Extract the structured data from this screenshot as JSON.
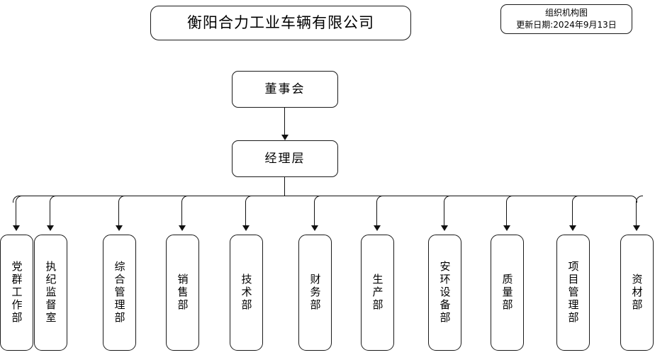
{
  "document": {
    "type": "organization-chart",
    "company_title": "衡阳合力工业车辆有限公司"
  },
  "info_box": {
    "heading": "组织机构图",
    "updated": "更新日期:2024年9月13日"
  },
  "levels": {
    "board": "董事会",
    "management": "经理层"
  },
  "departments": [
    {
      "label": "党群工作部"
    },
    {
      "label": "执纪监督室"
    },
    {
      "label": "综合管理部"
    },
    {
      "label": "销售部"
    },
    {
      "label": "技术部"
    },
    {
      "label": "财务部"
    },
    {
      "label": "生产部"
    },
    {
      "label": "安环设备部"
    },
    {
      "label": "质量部"
    },
    {
      "label": "项目管理部"
    },
    {
      "label": "资材部"
    }
  ],
  "style": {
    "line_color": "#111111",
    "box_border_color": "#1a1a1a",
    "background": "#ffffff",
    "text_color": "#000000"
  }
}
